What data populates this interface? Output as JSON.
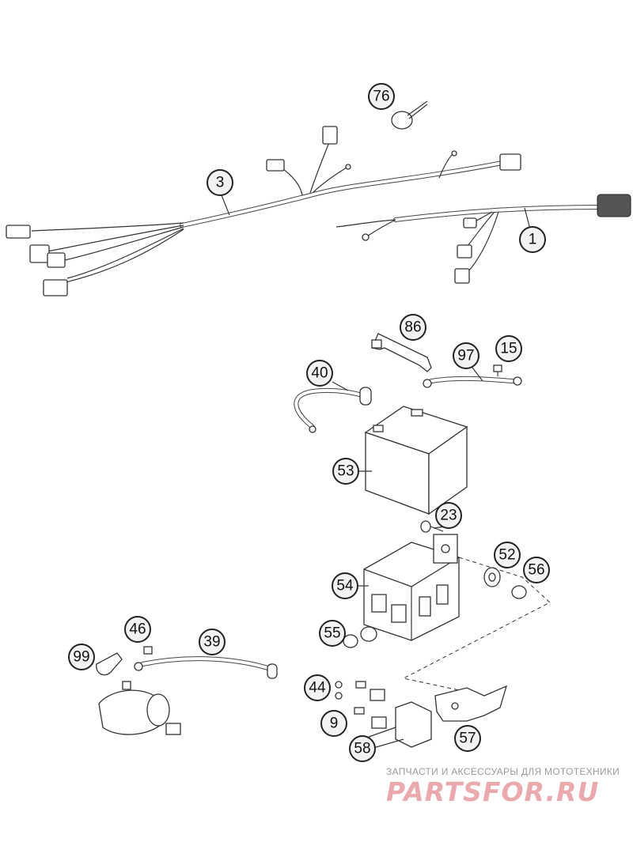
{
  "callouts": [
    {
      "id": "76",
      "label": "76"
    },
    {
      "id": "3",
      "label": "3"
    },
    {
      "id": "1",
      "label": "1"
    },
    {
      "id": "86",
      "label": "86"
    },
    {
      "id": "97",
      "label": "97"
    },
    {
      "id": "15",
      "label": "15"
    },
    {
      "id": "40",
      "label": "40"
    },
    {
      "id": "53",
      "label": "53"
    },
    {
      "id": "23",
      "label": "23"
    },
    {
      "id": "52",
      "label": "52"
    },
    {
      "id": "56",
      "label": "56"
    },
    {
      "id": "54",
      "label": "54"
    },
    {
      "id": "46",
      "label": "46"
    },
    {
      "id": "39",
      "label": "39"
    },
    {
      "id": "99",
      "label": "99"
    },
    {
      "id": "55",
      "label": "55"
    },
    {
      "id": "44",
      "label": "44"
    },
    {
      "id": "9",
      "label": "9"
    },
    {
      "id": "57",
      "label": "57"
    },
    {
      "id": "58",
      "label": "58"
    }
  ],
  "watermark": {
    "tagline": "ЗАПЧАСТИ И АКСЕССУАРЫ ДЛЯ МОТОТЕХНИКИ",
    "logo": "PARTSFOR.RU"
  }
}
